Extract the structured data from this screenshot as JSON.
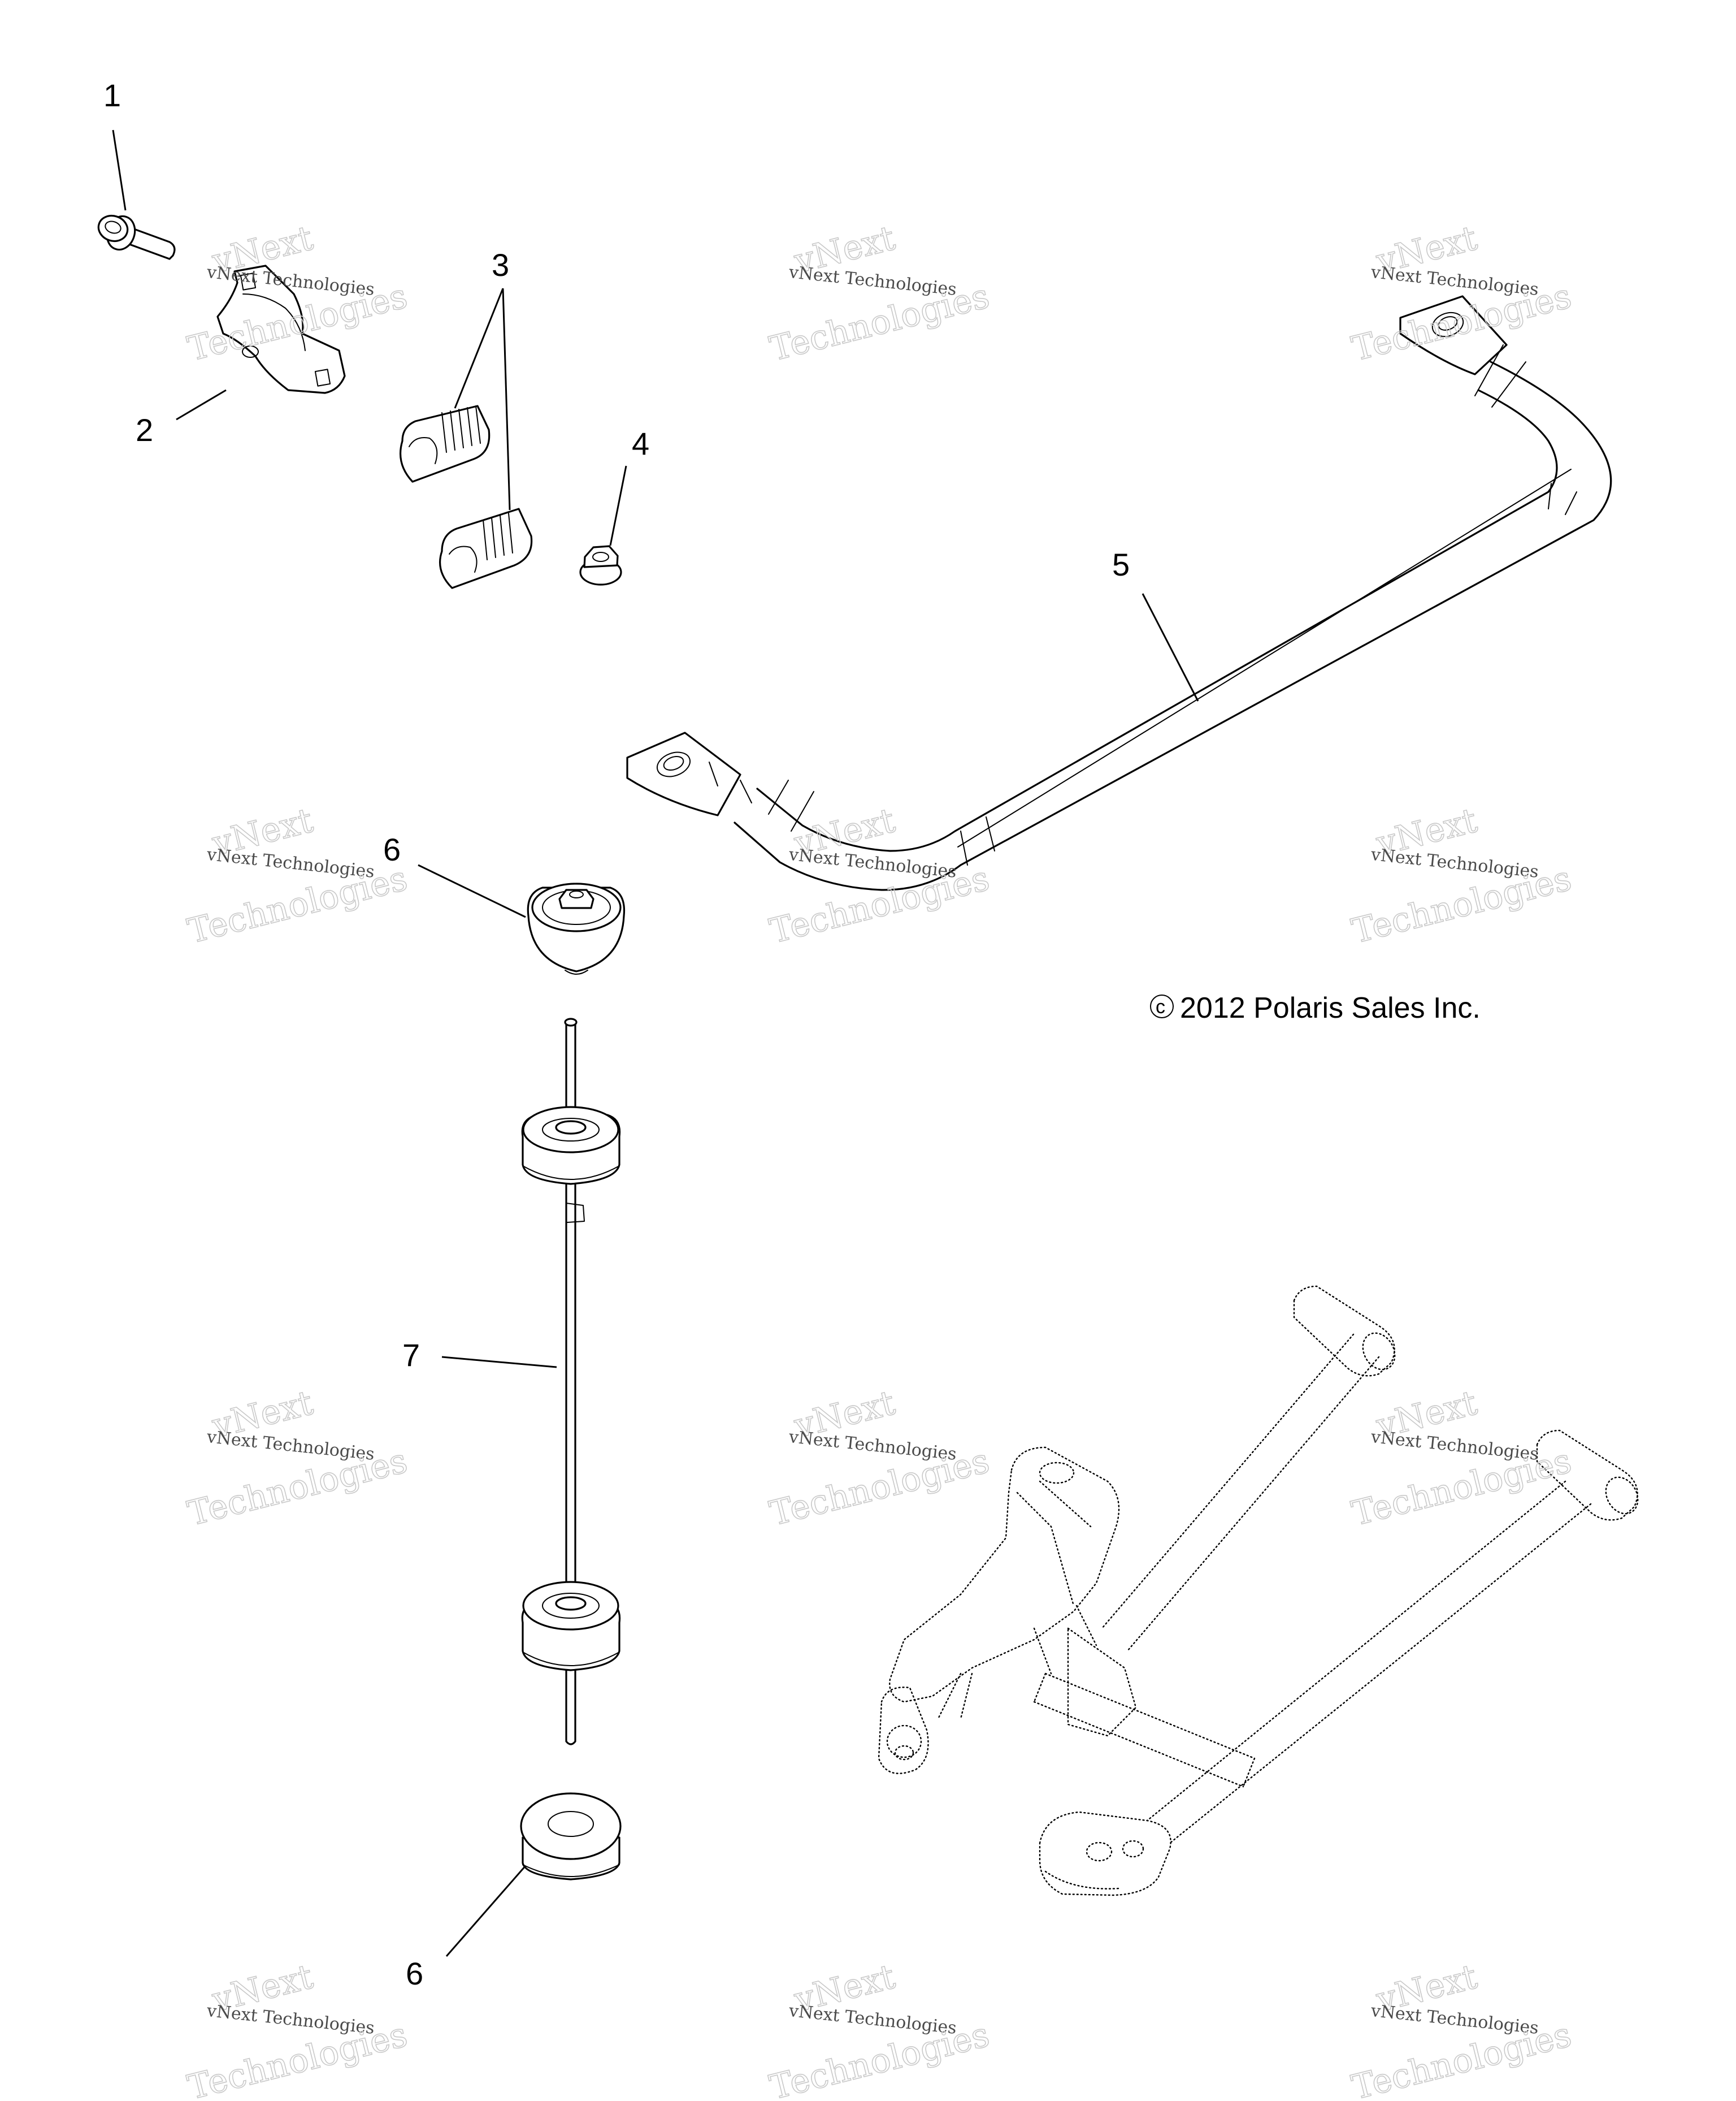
{
  "callouts": {
    "c1": "1",
    "c2": "2",
    "c3": "3",
    "c4": "4",
    "c5": "5",
    "c6_top": "6",
    "c7": "7",
    "c6_bottom": "6"
  },
  "copyright": "2012 Polaris Sales Inc.",
  "copyright_symbol": "c",
  "watermark": {
    "line1": "vNext",
    "line2": "vNext Technologies",
    "line3": "Technologies"
  }
}
